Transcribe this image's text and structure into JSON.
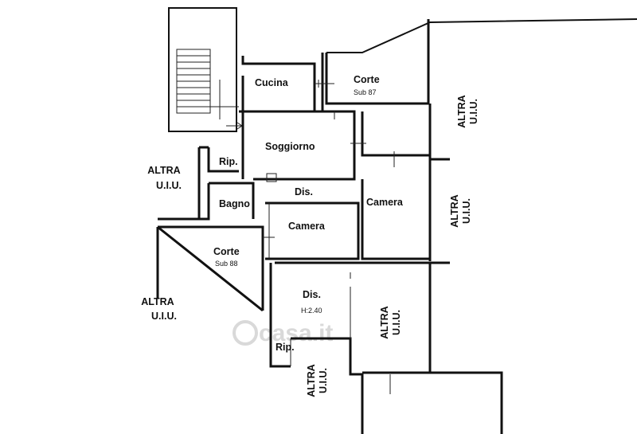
{
  "rooms": {
    "cucina": "Cucina",
    "corte_top": "Corte",
    "corte_top_sub": "Sub 87",
    "soggiorno": "Soggiorno",
    "rip_top": "Rip.",
    "dis_top": "Dis.",
    "bagno": "Bagno",
    "camera_mid": "Camera",
    "camera_right": "Camera",
    "corte_left": "Corte",
    "corte_left_sub": "Sub 88",
    "dis_bottom": "Dis.",
    "dis_bottom_height": "H:2.40",
    "rip_bottom": "Rip."
  },
  "other_units": {
    "right_top_1": "ALTRA",
    "right_top_2": "U.I.U.",
    "right_mid_1": "ALTRA",
    "right_mid_2": "U.I.U.",
    "left_top_1": "ALTRA",
    "left_top_2": "U.I.U.",
    "left_bottom_1": "ALTRA",
    "left_bottom_2": "U.I.U.",
    "center_1": "ALTRA",
    "center_2": "U.I.U.",
    "bottom_1": "ALTRA",
    "bottom_2": "U.I.U."
  },
  "watermark": "casa.it"
}
